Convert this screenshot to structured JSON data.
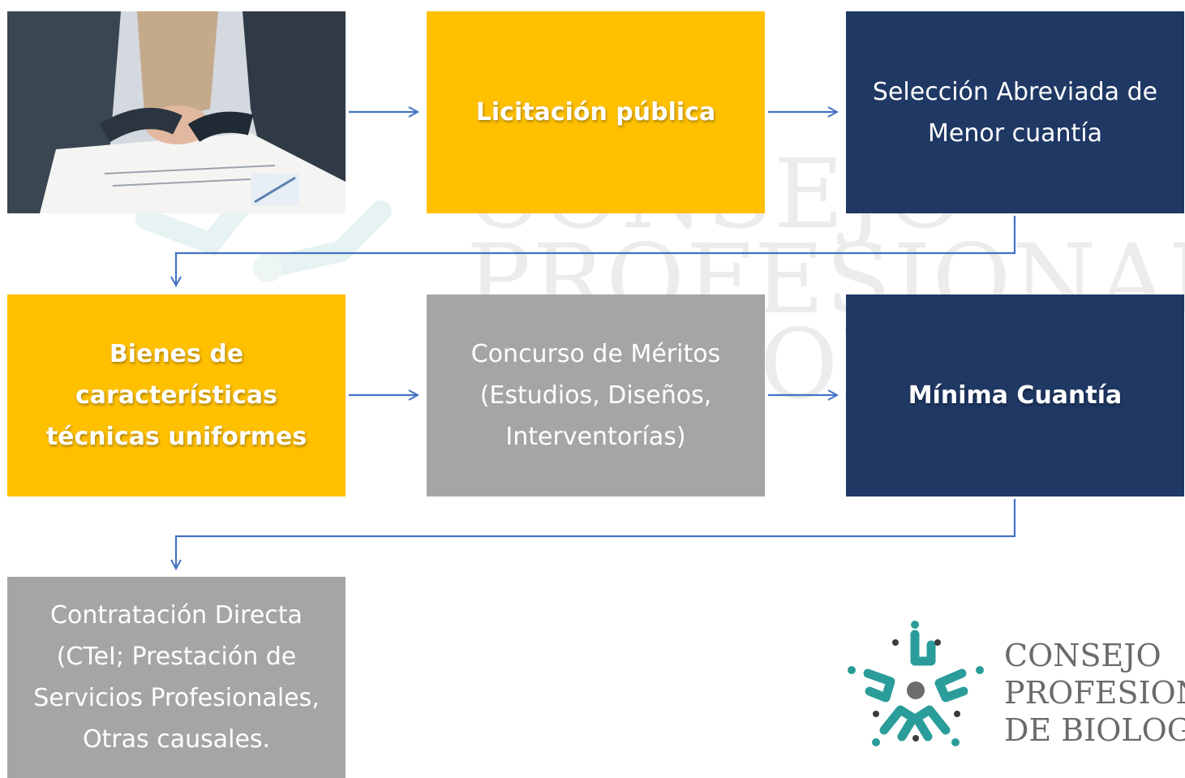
{
  "flow": {
    "row1": {
      "photo_icon": "handshake-photo",
      "licitacion": "Licitación pública",
      "seleccion": "Selección Abreviada de Menor cuantía"
    },
    "row2": {
      "bienes": "Bienes de características técnicas uniformes",
      "concurso": "Concurso de Méritos (Estudios, Diseños, Interventorías)",
      "minima": "Mínima Cuantía"
    },
    "row3": {
      "contratacion": "Contratación Directa (CTeI; Prestación de Servicios Profesionales, Otras causales."
    }
  },
  "logo": {
    "line1": "CONSEJO",
    "line2": "PROFESIONAL",
    "line3": "DE BIOLOGÍA",
    "icon": "star-people-logo-icon"
  },
  "colors": {
    "yellow": "#ffc000",
    "navy": "#1f3864",
    "gray": "#a5a5a5",
    "arrow": "#4472c4",
    "logo_teal": "#2a9d9a"
  }
}
